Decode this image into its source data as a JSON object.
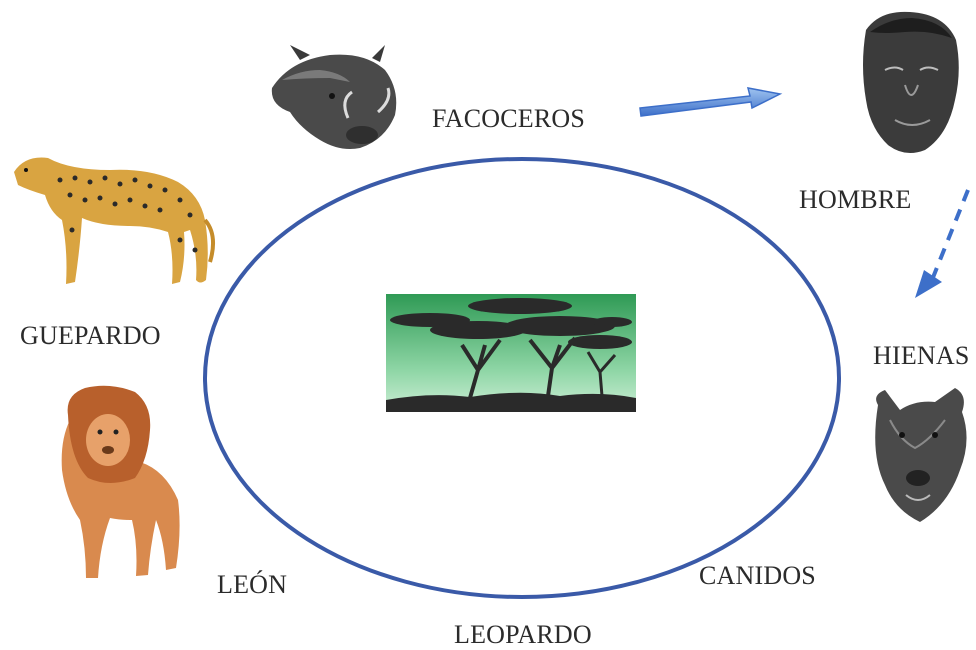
{
  "diagram": {
    "nodes": [
      {
        "id": "facoceros",
        "label": "FACOCEROS",
        "icon": "warthog-head-icon"
      },
      {
        "id": "hombre",
        "label": "HOMBRE",
        "icon": "man-face-icon"
      },
      {
        "id": "hienas",
        "label": "HIENAS",
        "icon": "hyena-head-icon"
      },
      {
        "id": "canidos",
        "label": "CANIDOS",
        "icon": ""
      },
      {
        "id": "leopardo",
        "label": "LEOPARDO",
        "icon": ""
      },
      {
        "id": "leon",
        "label": "LEÓN",
        "icon": "lion-icon"
      },
      {
        "id": "guepardo",
        "label": "GUEPARDO",
        "icon": "cheetah-icon"
      }
    ],
    "center_image": "savanna-acacia-icon",
    "edges": [
      {
        "from": "facoceros",
        "to": "hombre",
        "style": "solid"
      },
      {
        "from": "hombre",
        "to": "hienas",
        "style": "dashed"
      }
    ],
    "colors": {
      "ellipse": "#3a5aa8",
      "arrow": "#3d6fc9",
      "text": "#2b2b2b",
      "savanna_top": "#2f9a55",
      "savanna_bottom": "#cdeed6",
      "silhouette": "#2a2a2a"
    }
  }
}
